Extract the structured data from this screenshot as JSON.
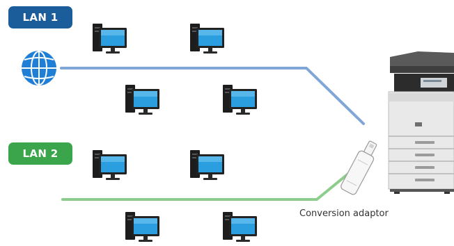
{
  "labels": {
    "lan1": "LAN 1",
    "lan2": "LAN 2",
    "adaptor_caption": "Conversion adaptor"
  },
  "colors": {
    "lan1_badge": "#1a5d9a",
    "lan2_badge": "#3aa54a",
    "lan1_line": "#7fa6d6",
    "lan2_line": "#8ccd8c",
    "monitor_screen": "#2b9ee0",
    "computer_body": "#1d1d1d",
    "globe": "#1f7fd6"
  },
  "icons": {
    "internet": "globe-icon",
    "computer": "desktop-computer-icon",
    "adaptor": "conversion-adaptor-icon",
    "mfp": "multifunction-printer-icon"
  },
  "networks": [
    {
      "name": "LAN 1",
      "computer_count": 4,
      "internet_connected": true
    },
    {
      "name": "LAN 2",
      "computer_count": 4,
      "internet_connected": false
    }
  ]
}
